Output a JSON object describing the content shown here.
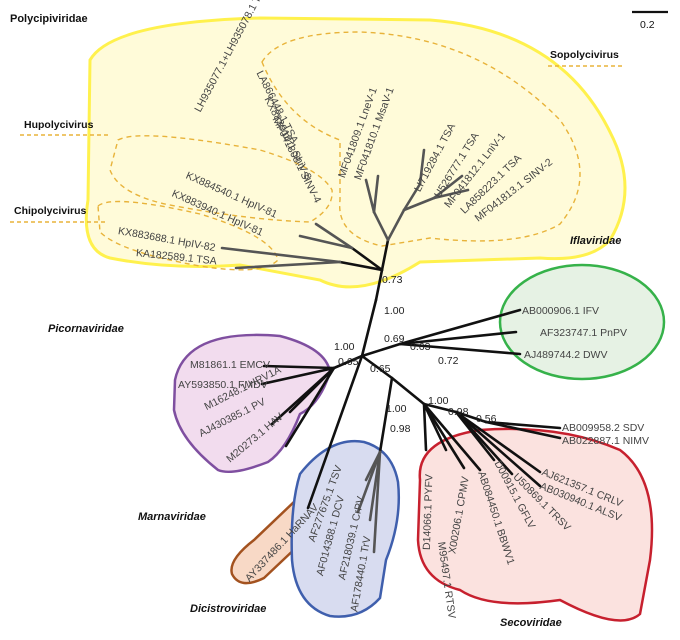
{
  "families": {
    "polycipiviridae": "Polycipiviridae",
    "iflaviridae": "Iflaviridae",
    "picornaviridae": "Picornaviridae",
    "marnaviridae": "Marnaviridae",
    "dicistroviridae": "Dicistroviridae",
    "secoviridae": "Secoviridae"
  },
  "genera": {
    "sopolycivirus": "Sopolycivirus",
    "hupolycivirus": "Hupolycivirus",
    "chipolycivirus": "Chipolycivirus"
  },
  "scale_bar": {
    "label": "0.2"
  },
  "colors": {
    "polycipiviridae": "#fff14d",
    "iflaviridae": "#36b24a",
    "picornaviridae": "#7f4fa0",
    "marnaviridae": "#a3521f",
    "dicistroviridae": "#3f5fad",
    "secoviridae": "#c7202e"
  },
  "support": {
    "poly": "0.73",
    "poly_stem": "1.00",
    "ifla_a": "0.69",
    "ifla_b": "0.63",
    "ifla_c": "0.72",
    "picorna_a": "1.00",
    "picorna_b": "0.65",
    "seco_a": "0.65",
    "dici": "1.00",
    "dici_b": "0.98",
    "seco_b": "1.00",
    "seco_c": "0.98",
    "seco_d": "0.56"
  },
  "leaves": {
    "ab000906": "AB000906.1 IFV",
    "af323747": "AF323747.1 PnPV",
    "aj489744": "AJ489744.2 DWV",
    "m81861": "M81861.1 EMCV",
    "ay593850": "AY593850.1 FMDV",
    "m16248": "M16248.1 HRV1A",
    "aj430385": "AJ430385.1 PV",
    "m20273": "M20273.1 HAV",
    "ay337486": "AY337486.1 HaRNAV",
    "af277675": "AF277675.1 TSV",
    "af014388": "AF014388.1 DCV",
    "af218039": "AF218039.1 CrPV",
    "af178440": "AF178440.1 TrV",
    "ab009958": "AB009958.2 SDV",
    "ab022887": "AB022887.1 NIMV",
    "aj621357": "AJ621357.1 CRLV",
    "ab030940": "AB030940.1 ALSV",
    "u50869": "U50869.1 TRSV",
    "d00915": "D00915.1 GFLV",
    "ab084450": "AB084450.1 BBWV1",
    "x00206": "X00206.1 CPMV",
    "m95497": "M95497.1 RTSV",
    "d14066": "D14066.1 PYFV",
    "kx883688": "KX883688.1 HpIV-82",
    "ka182589": "KA182589.1 TSA",
    "kx884540": "KX884540.1 HpIV-81",
    "kx883940": "KX883940.1 HpIV-81",
    "la866448": "LA866448.1 TSA",
    "kx883910": "KX883910.1 ShiV-8",
    "mf041808": "MF041808.1 SINV-4",
    "lh935077": "LH935077.1+LH935078.1 TSA",
    "mf041809": "MF041809.1 LneV-1",
    "mf041810": "MF041810.1 MsaV-1",
    "li719284": "LI719284.1 TSA",
    "u526777": "U526777.1 TSA",
    "mf041812": "MF041812.1 LniV-1",
    "la858223": "LA858223.1 TSA",
    "mf041813": "MF041813.1 SINV-2"
  }
}
